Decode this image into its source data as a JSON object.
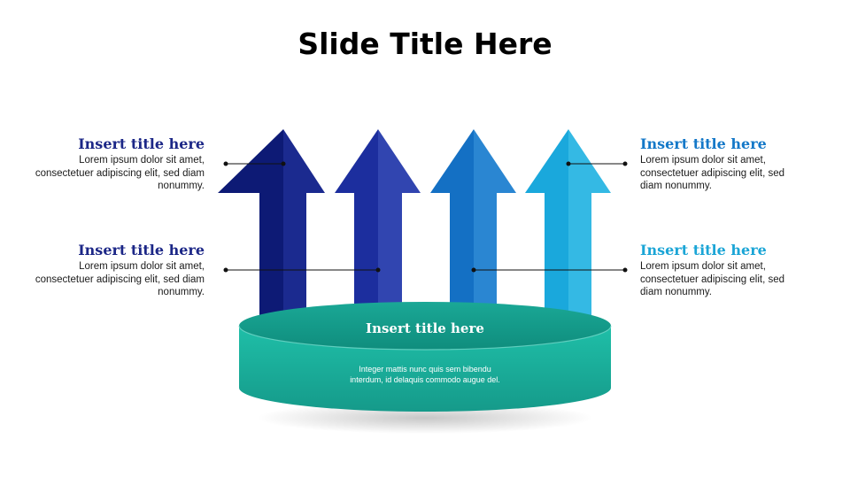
{
  "slide": {
    "title": "Slide Title Here"
  },
  "colors": {
    "arrow_1": "#0d1a75",
    "arrow_2": "#1c2e9e",
    "arrow_3": "#1470c4",
    "arrow_4": "#1aa8dc",
    "base": "#1fb8a4",
    "title_left": "#1c2787",
    "title_right_top": "#1478c8",
    "title_right_bottom": "#1ba5d6"
  },
  "blocks": [
    {
      "title": "Insert title here",
      "body": "Lorem ipsum dolor sit amet, consectetuer adipiscing elit, sed diam nonummy."
    },
    {
      "title": "Insert title here",
      "body": "Lorem ipsum dolor sit amet, consectetuer adipiscing elit, sed diam nonummy."
    },
    {
      "title": "Insert title here",
      "body": "Lorem ipsum dolor sit amet, consectetuer adipiscing elit, sed diam nonummy."
    },
    {
      "title": "Insert title here",
      "body": "Lorem ipsum dolor sit amet, consectetuer adipiscing elit, sed diam nonummy."
    }
  ],
  "base": {
    "title": "Insert title here",
    "body": "Integer mattis  nunc quis sem bibendu interdum, id delaquis commodo augue del."
  }
}
